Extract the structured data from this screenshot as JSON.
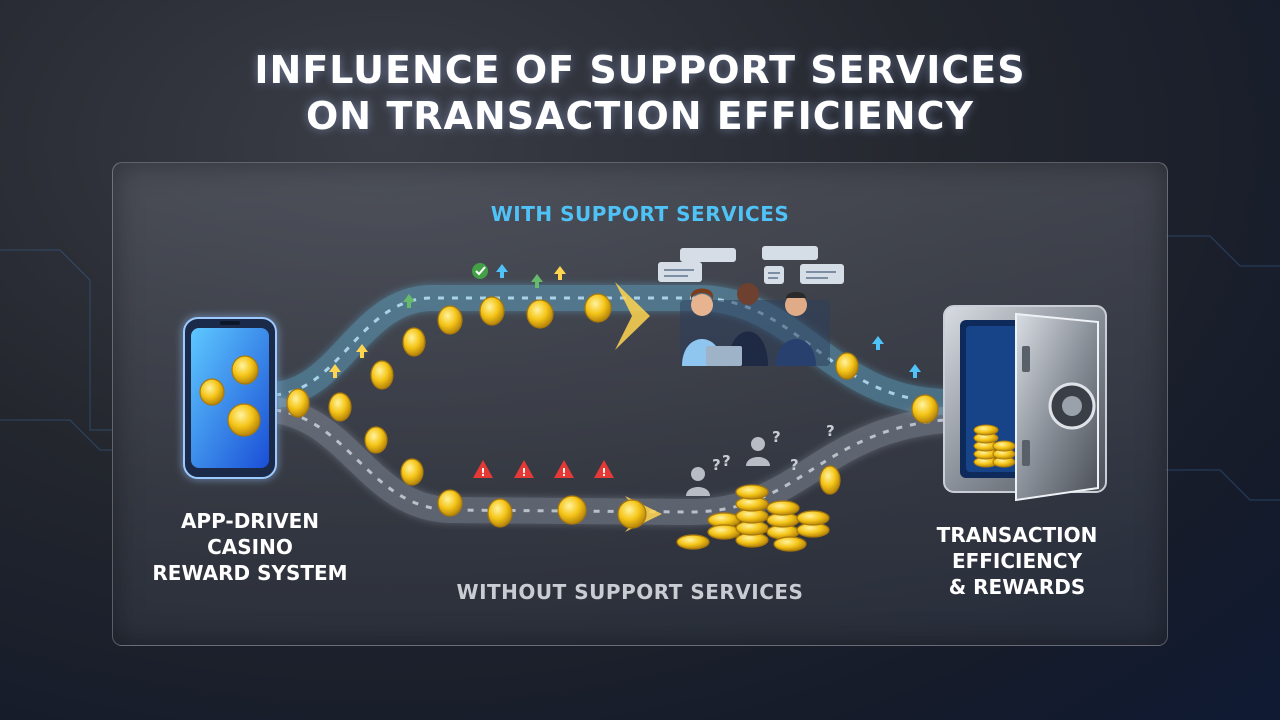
{
  "title": {
    "line1": "INFLUENCE OF SUPPORT SERVICES",
    "line2": "ON TRANSACTION EFFICIENCY"
  },
  "paths": {
    "with_label": "WITH SUPPORT SERVICES",
    "without_label": "WITHOUT SUPPORT SERVICES"
  },
  "source": {
    "line1": "APP-DRIVEN",
    "line2": "CASINO",
    "line3": "REWARD SYSTEM",
    "icon": "smartphone-icon"
  },
  "destination": {
    "line1": "TRANSACTION",
    "line2": "EFFICIENCY",
    "line3": "& REWARDS",
    "icon": "vault-icon"
  },
  "colors": {
    "accent_blue": "#4fc3f7",
    "coin_gold": "#f5c518",
    "warning_red": "#e53935",
    "success_green": "#43a047"
  }
}
